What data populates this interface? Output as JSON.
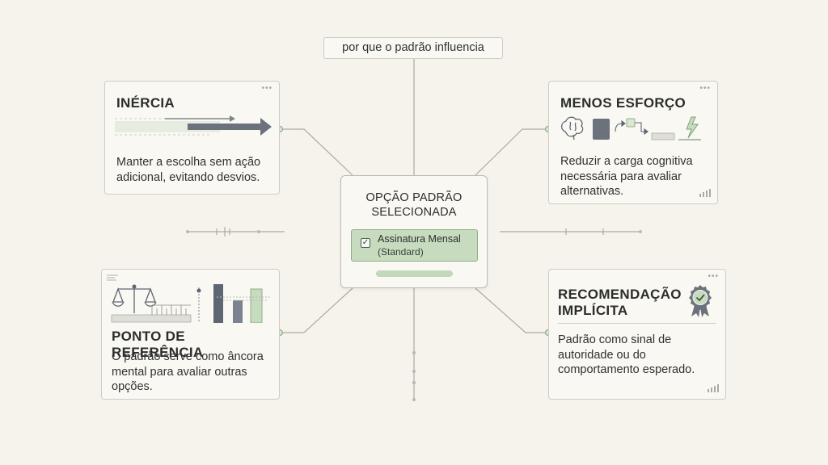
{
  "topic_label": "por que o padrão influencia",
  "center": {
    "title_line1": "OPÇÃO PADRÃO",
    "title_line2": "SELECIONADA",
    "option_name": "Assinatura Mensal",
    "option_tag": "(Standard)",
    "option_checked": true
  },
  "cards": {
    "inercia": {
      "title": "INÉRCIA",
      "text_line1": "Manter a escolha sem ação",
      "text_line2": "adicional, evitando desvios.",
      "icon": "forward-arrows-icon"
    },
    "esforco": {
      "title": "MENOS ESFORÇO",
      "text_line1": "Reduzir a carga cognitiva",
      "text_line2": "necessária para avaliar",
      "text_line3": "alternativas.",
      "icon": "brain-process-icon"
    },
    "referencia": {
      "title": "PONTO DE REFERÊNCIA",
      "text_line1": "O padrão serve como âncora",
      "text_line2": "mental para avaliar outras",
      "text_line3": "opções.",
      "icon": "scale-and-bars-icon"
    },
    "recomendacao": {
      "title_line1": "RECOMENDAÇÃO",
      "title_line2": "IMPLÍCITA",
      "text_line1": "Padrão como sinal de",
      "text_line2": "autoridade ou do",
      "text_line3": "comportamento esperado.",
      "icon": "award-badge-icon"
    }
  },
  "colors": {
    "accent_green": "#c7dcbf",
    "accent_green_border": "#8eae86",
    "slate": "#5d6672",
    "background": "#f6f3ec",
    "line": "#a9aaa4"
  }
}
